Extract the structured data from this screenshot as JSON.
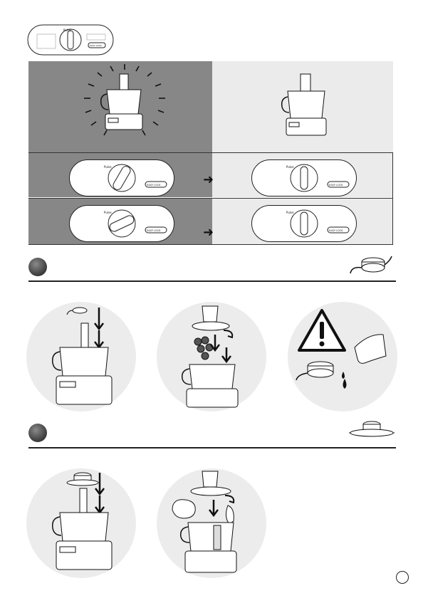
{
  "control_panel": {
    "pulse_label": "Pulse",
    "easy_lock_label": "EASY LOCK"
  },
  "icons": [
    "control-panel",
    "food-processor",
    "safety-warning",
    "slicing-disc-accessory",
    "emulsifying-disc-accessory",
    "pour-arrow"
  ],
  "colors": {
    "dark_panel": "#878787",
    "light_panel": "#ebebeb",
    "circle_bg": "#ececec",
    "ink": "#111111"
  }
}
